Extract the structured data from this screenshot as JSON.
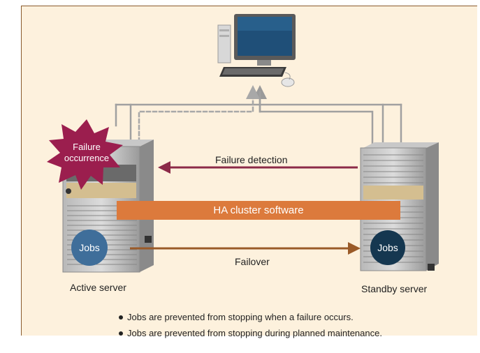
{
  "labels": {
    "failure_detection": "Failure detection",
    "ha_cluster": "HA cluster software",
    "failover": "Failover",
    "active_server": "Active server",
    "standby_server": "Standby server",
    "jobs_active": "Jobs",
    "jobs_standby": "Jobs",
    "failure_line1": "Failure",
    "failure_line2": "occurrence"
  },
  "bullets": [
    "Jobs are prevented from stopping when a failure occurs.",
    "Jobs are prevented from stopping during planned maintenance."
  ],
  "colors": {
    "background": "#fdf1dd",
    "frame": "#8a5a2c",
    "failure_detection_arrow": "#8c2a48",
    "failover_arrow": "#9a5a28",
    "ha_bar": "#dc7a3c",
    "jobs_active": "#3f6e9a",
    "jobs_standby": "#153750",
    "failure_burst": "#9b1e4e"
  },
  "icons": {
    "client": "desktop-computer-icon",
    "server": "tower-server-icon",
    "failure": "explosion-burst-icon"
  }
}
